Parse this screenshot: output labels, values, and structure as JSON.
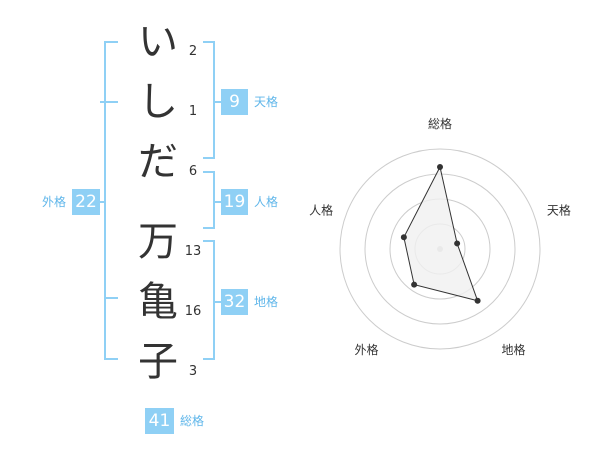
{
  "name_chars": [
    {
      "char": "い",
      "strokes": "2"
    },
    {
      "char": "し",
      "strokes": "1"
    },
    {
      "char": "だ",
      "strokes": "6"
    },
    {
      "char": "万",
      "strokes": "13"
    },
    {
      "char": "亀",
      "strokes": "16"
    },
    {
      "char": "子",
      "strokes": "3"
    }
  ],
  "fortunes": {
    "tenkaku": {
      "value": "9",
      "label": "天格"
    },
    "jinkaku": {
      "value": "19",
      "label": "人格"
    },
    "chikaku": {
      "value": "32",
      "label": "地格"
    },
    "gaikaku": {
      "value": "22",
      "label": "外格"
    },
    "soukaku": {
      "value": "41",
      "label": "総格"
    }
  },
  "chart_data": {
    "type": "radar",
    "axes": [
      "総格",
      "天格",
      "地格",
      "外格",
      "人格"
    ],
    "values": [
      41,
      9,
      32,
      22,
      19
    ],
    "rmax": 50,
    "rings": 4,
    "colors": {
      "line": "#333333",
      "fill": "#f0f0f0",
      "grid": "#cccccc",
      "center": "#cccccc"
    }
  }
}
